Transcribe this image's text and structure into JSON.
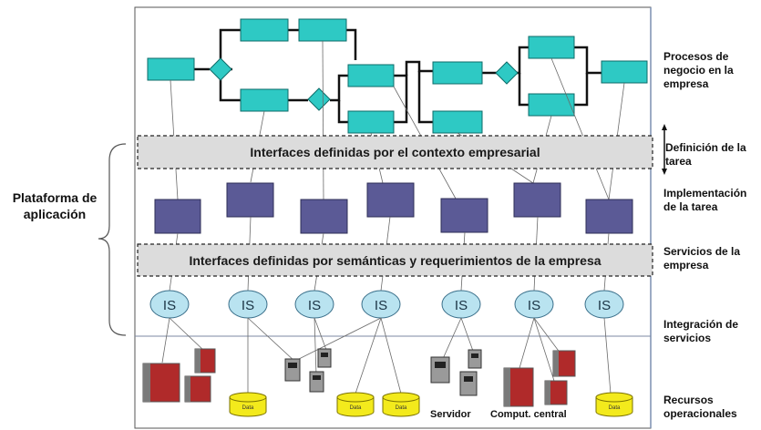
{
  "platform_label": "Plataforma de\naplicación",
  "interface_top": "Interfaces definidas por el contexto empresarial",
  "interface_bottom": "Interfaces definidas por semánticas y requerimientos de la empresa",
  "layers": {
    "processes": "Procesos de\nnegocio en la\nempresa",
    "task_definition": "Definición de la\ntarea",
    "task_implementation": "Implementación\nde la tarea",
    "business_services": "Servicios de la\nempresa",
    "service_integration": "Integración de\nservicios",
    "operational_resources": "Recursos\noperacionales"
  },
  "is_label": "IS",
  "data_label": "Data",
  "server_label": "Servidor",
  "mainframe_label": "Comput. central",
  "colors": {
    "process_fill": "#2ec9c4",
    "task_fill": "#5b5a96",
    "is_fill": "#b9e3f0",
    "data_fill": "#f3ea1c",
    "interface_fill": "#dcdcdc"
  }
}
